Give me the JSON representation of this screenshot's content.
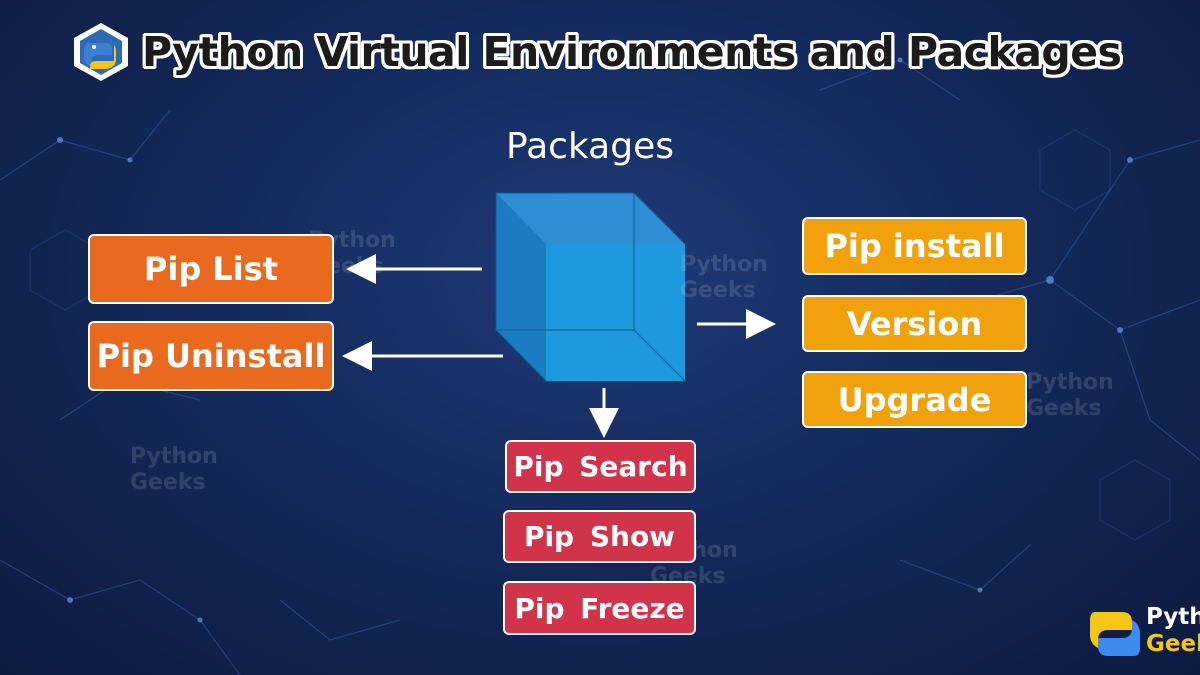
{
  "title": "Python Virtual Environments and Packages",
  "center": {
    "label": "Packages"
  },
  "left_boxes": [
    "Pip List",
    "Pip Uninstall"
  ],
  "right_boxes": [
    "Pip install",
    "Version",
    "Upgrade"
  ],
  "bottom_boxes": [
    "Pip Search",
    "Pip Show",
    "Pip Freeze"
  ],
  "watermark": {
    "line1": "Python",
    "line2": "Geeks"
  },
  "brand": {
    "line1": "Python",
    "line2": "Geeks"
  },
  "colors": {
    "left_box": "#e96a1f",
    "right_box": "#f0a10c",
    "bottom_box": "#d1344a",
    "cube": "#1e98df",
    "background": "#142a5c"
  },
  "icons": [
    "pythongeeks-logo-icon",
    "cube-icon",
    "arrow-left-icon",
    "arrow-right-icon",
    "arrow-down-icon"
  ]
}
